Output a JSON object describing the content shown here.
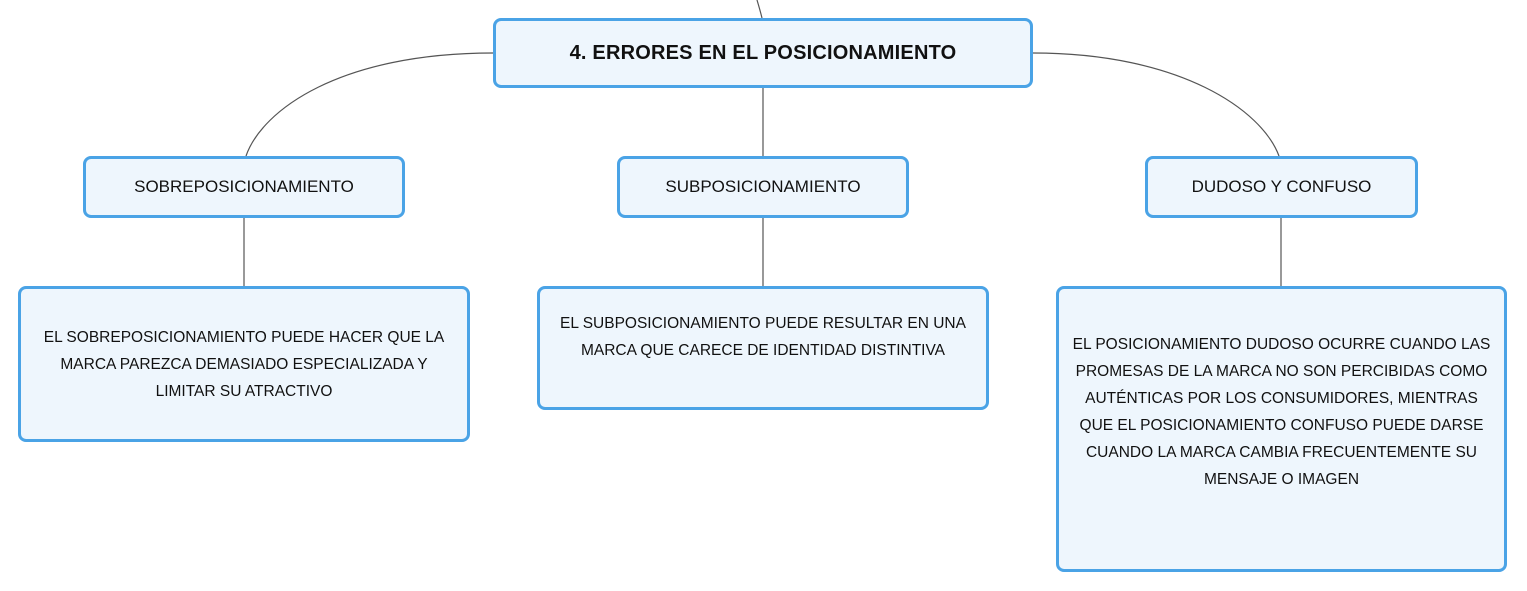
{
  "diagram": {
    "root": {
      "label": "4. ERRORES EN EL POSICIONAMIENTO"
    },
    "branches": [
      {
        "label": "SOBREPOSICIONAMIENTO",
        "detail": "EL SOBREPOSICIONAMIENTO PUEDE HACER QUE LA MARCA PAREZCA DEMASIADO ESPECIALIZADA Y LIMITAR SU ATRACTIVO"
      },
      {
        "label": "SUBPOSICIONAMIENTO",
        "detail": "EL SUBPOSICIONAMIENTO PUEDE RESULTAR EN UNA MARCA QUE CARECE DE IDENTIDAD DISTINTIVA"
      },
      {
        "label": "DUDOSO Y CONFUSO",
        "detail": "EL POSICIONAMIENTO DUDOSO OCURRE CUANDO LAS PROMESAS DE LA MARCA NO SON PERCIBIDAS COMO AUTÉNTICAS POR LOS CONSUMIDORES, MIENTRAS QUE EL POSICIONAMIENTO CONFUSO PUEDE DARSE CUANDO LA MARCA CAMBIA FRECUENTEMENTE SU MENSAJE O IMAGEN"
      }
    ],
    "colors": {
      "node_border": "#4aa3e6",
      "node_fill": "#eef6fd",
      "connector": "#555555",
      "text": "#111111"
    }
  }
}
